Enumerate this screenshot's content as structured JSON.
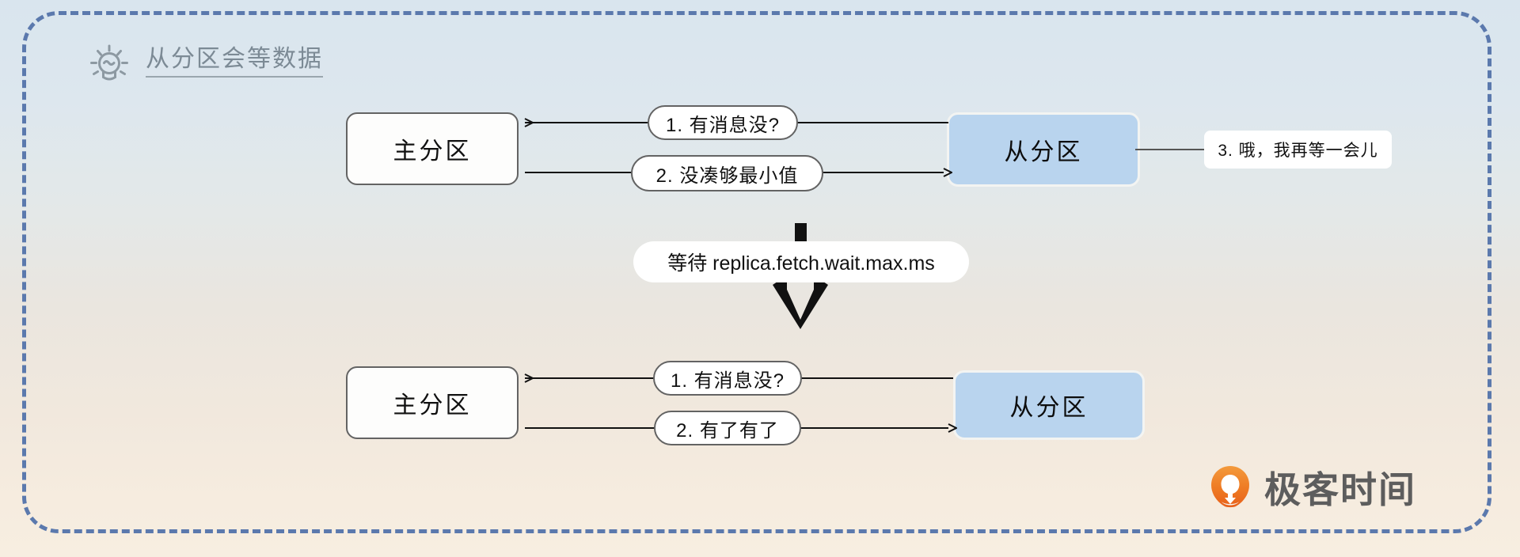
{
  "header": {
    "icon": "lightbulb-idea-icon",
    "title": "从分区会等数据"
  },
  "diagram": {
    "top": {
      "leader_box": "主分区",
      "follower_box": "从分区",
      "messages": [
        {
          "id": "top-msg-1",
          "label": "1. 有消息没?"
        },
        {
          "id": "top-msg-2",
          "label": "2. 没凑够最小值"
        }
      ],
      "side_note": "3. 哦，我再等一会儿"
    },
    "middle": {
      "wait_label": "等待 replica.fetch.wait.max.ms",
      "arrow": "down-arrow-icon"
    },
    "bottom": {
      "leader_box": "主分区",
      "follower_box": "从分区",
      "messages": [
        {
          "id": "bottom-msg-1",
          "label": "1. 有消息没?"
        },
        {
          "id": "bottom-msg-2",
          "label": "2. 有了有了"
        }
      ]
    }
  },
  "watermark": {
    "mark": "geekbang-logo-icon",
    "text": "极客时间"
  },
  "colors": {
    "frame_border": "#5b79ad",
    "replica_fill": "#b9d4ee",
    "leader_fill": "#fdfdfc",
    "title_text": "#7c8a95",
    "bg_top": "#d9e5ee",
    "bg_bottom": "#f7eee1",
    "watermark_orange": "#ef7822"
  }
}
